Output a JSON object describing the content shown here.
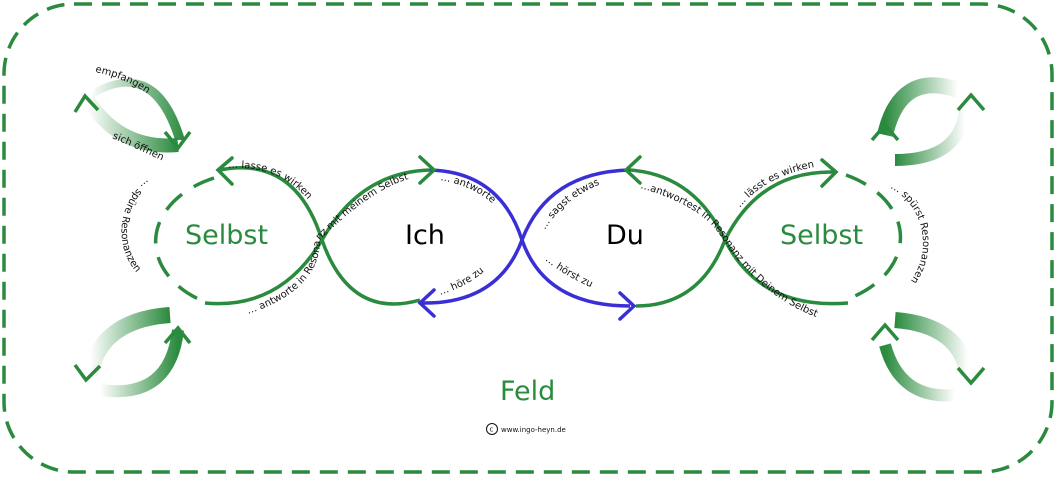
{
  "colors": {
    "green": "#2a8a3e",
    "blue": "#3a2fd6",
    "text": "#111111"
  },
  "nodes": {
    "selbst_left": "Selbst",
    "ich": "Ich",
    "du": "Du",
    "selbst_right": "Selbst",
    "feld": "Feld"
  },
  "labels": {
    "empfangen": "empfangen",
    "sich_oeffnen": "sich öffnen",
    "lasse_wirken": "… lasse   es   wirken",
    "spuere": "… spüre Resonanzen",
    "antworte_resonanz": "… antworte in Resonanz mit meinem Selbst",
    "antworte": "… antworte",
    "hoere_zu": "… höre zu",
    "sagst_etwas": "… sagst etwas",
    "hoerst_zu": "… hörst zu",
    "antwortest_resonanz": "…antwortest in Resonanz mit Deinem Selbst",
    "laesst_wirken": "… lässt es wirken",
    "spuerst": "… spürst Resonanzen"
  },
  "copyright": {
    "symbol": "c",
    "text": "www.ingo-heyn.de"
  },
  "icons": [
    "curved-arrow-icon",
    "arrowhead-icon",
    "copyright-icon"
  ]
}
